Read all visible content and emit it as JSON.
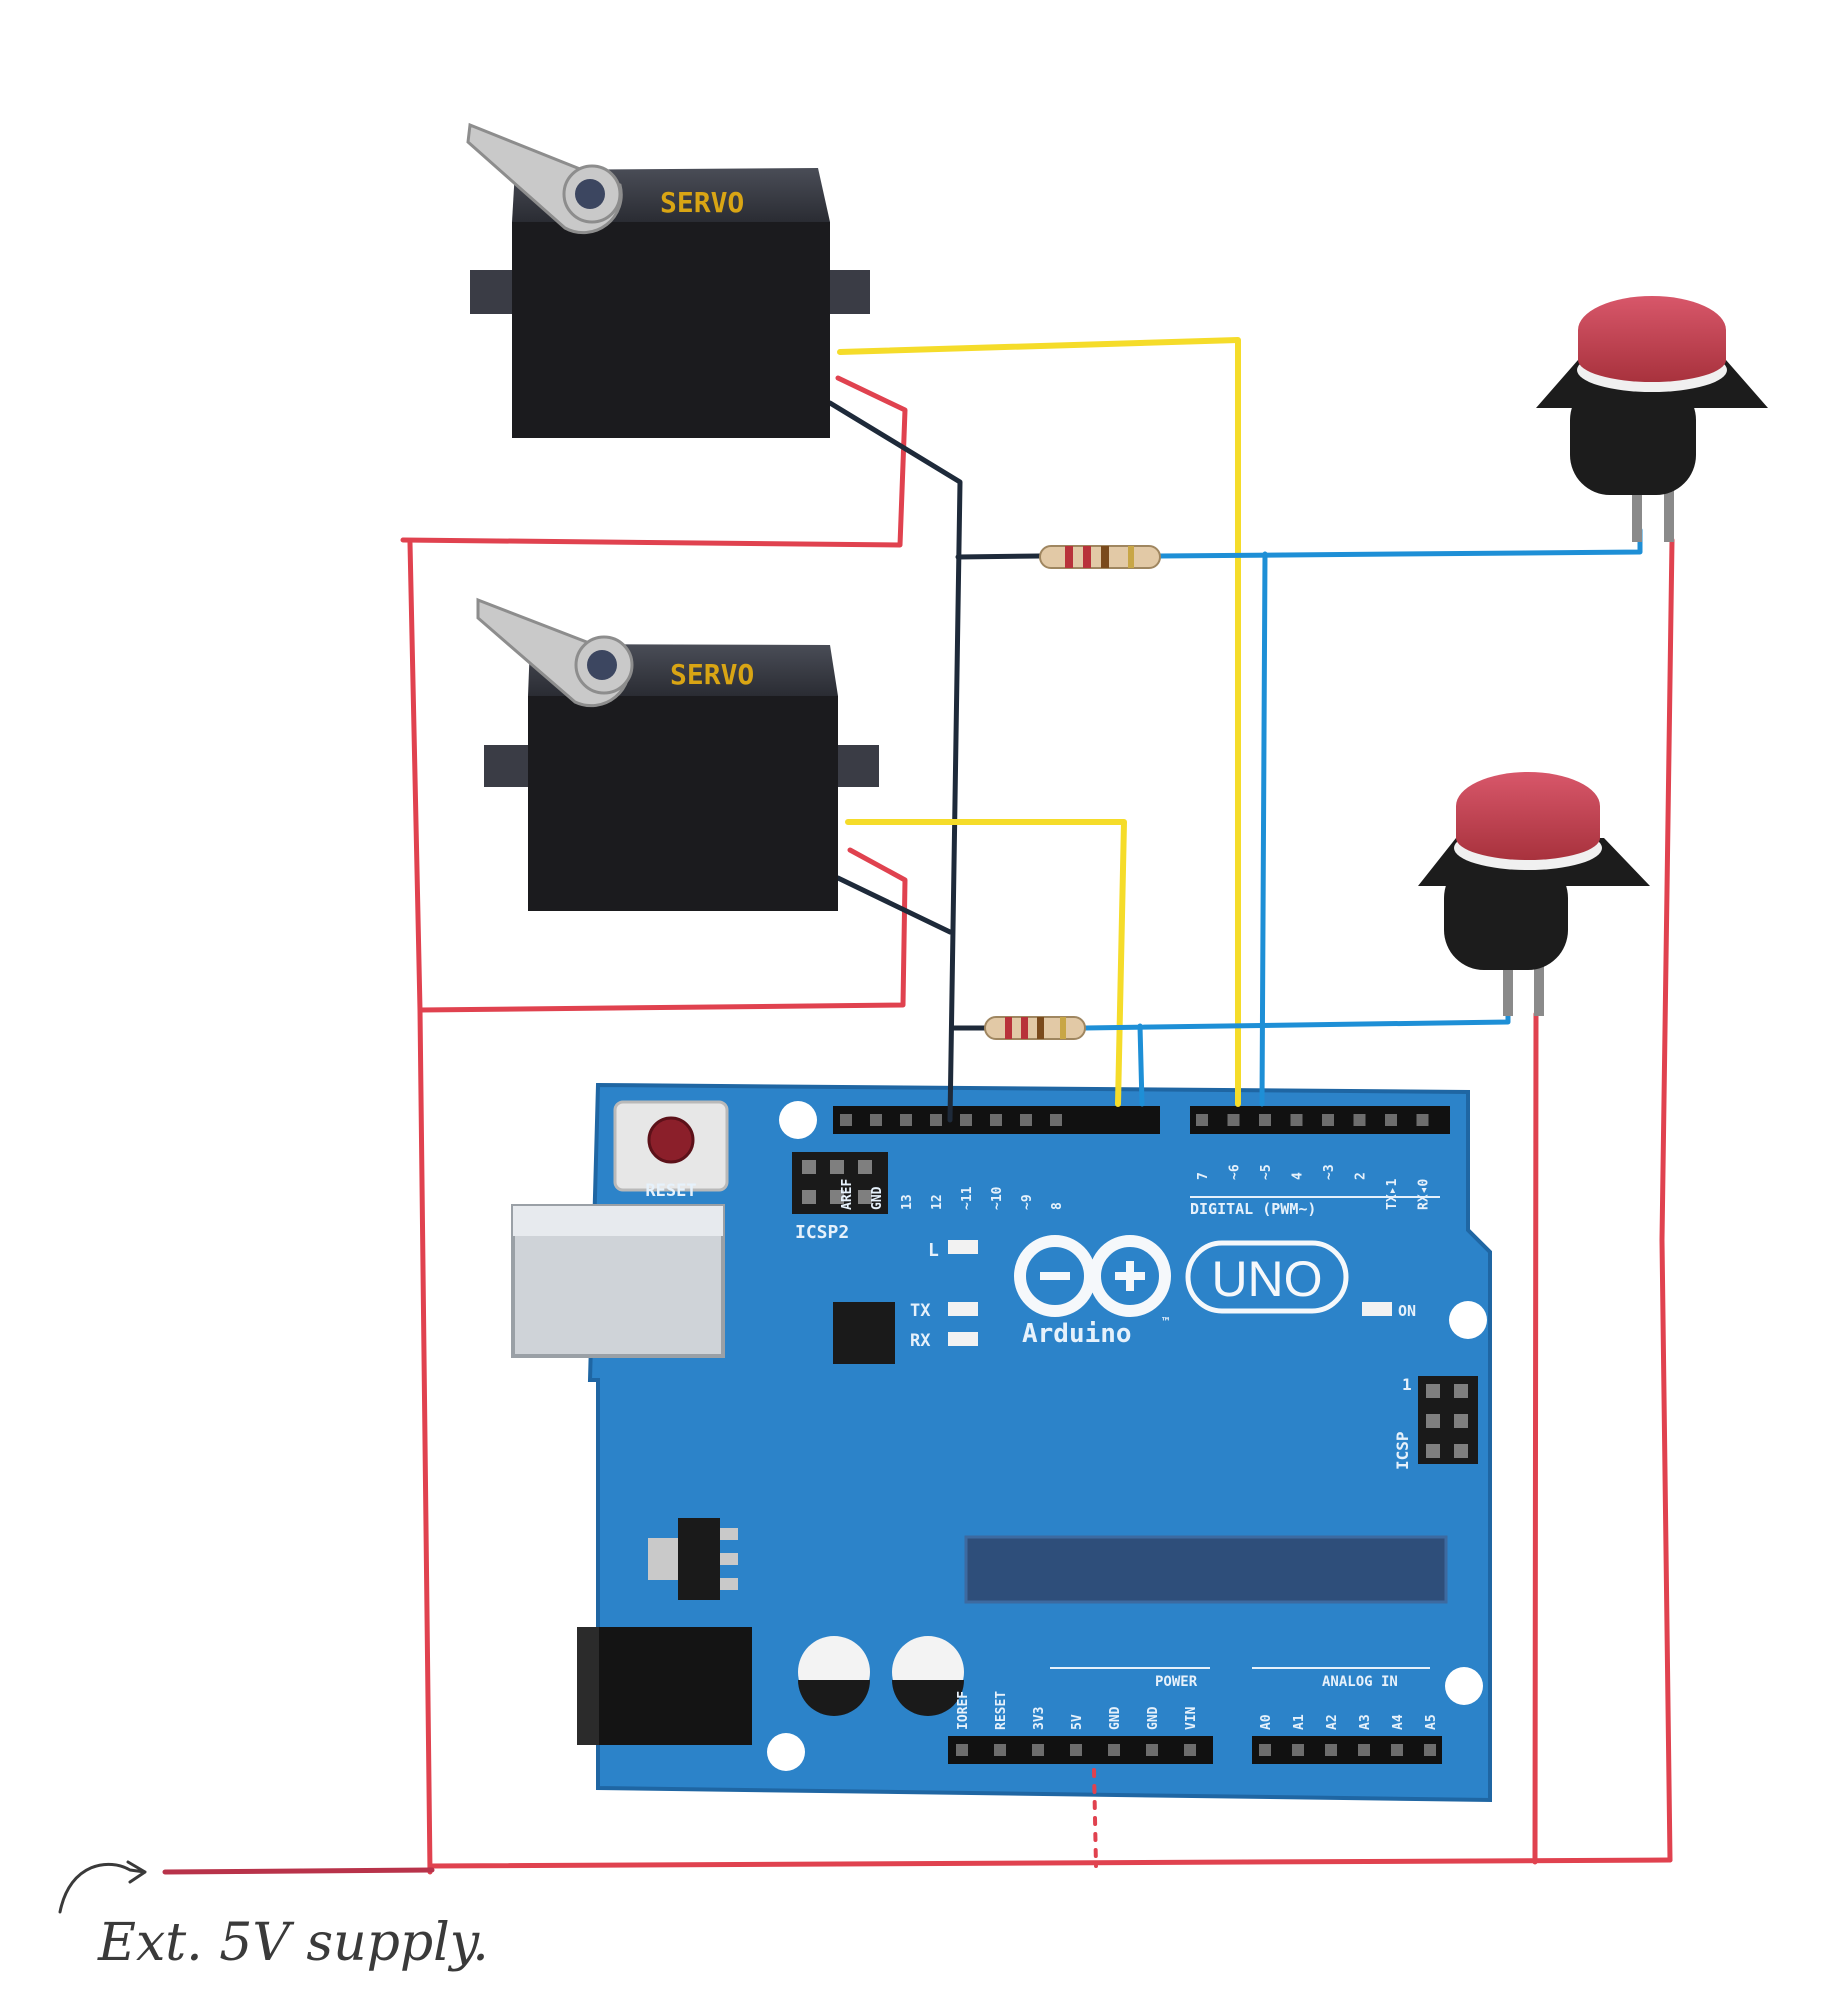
{
  "servos": [
    {
      "label": "SERVO"
    },
    {
      "label": "SERVO"
    }
  ],
  "board": {
    "brand": "Arduino",
    "trademark": "™",
    "model": "UNO",
    "reset_label": "RESET",
    "icsp2_label": "ICSP2",
    "icsp_label": "ICSP",
    "icsp_pin1": "1",
    "led_l": "L",
    "led_tx": "TX",
    "led_rx": "RX",
    "on_label": "ON",
    "digital_label": "DIGITAL (PWM~)",
    "power_label": "POWER",
    "analog_label": "ANALOG IN",
    "digital_pins": [
      "AREF",
      "GND",
      "13",
      "12",
      "~11",
      "~10",
      "~9",
      "8",
      "7",
      "~6",
      "~5",
      "4",
      "~3",
      "2",
      "TX▸1",
      "RX◂0"
    ],
    "power_pins": [
      "IOREF",
      "RESET",
      "3V3",
      "5V",
      "GND",
      "GND",
      "VIN"
    ],
    "analog_pins": [
      "A0",
      "A1",
      "A2",
      "A3",
      "A4",
      "A5"
    ]
  },
  "supply_note": "Ext. 5V supply.",
  "colors": {
    "board": "#2c83c9",
    "board_dark": "#1f66a3",
    "wire_power": "#e0424f",
    "wire_signal": "#f5dc2a",
    "wire_ground": "#1e2a3a",
    "wire_input": "#1e8fd6",
    "button_cap": "#c4434f",
    "servo_body": "#1b1b1e"
  }
}
